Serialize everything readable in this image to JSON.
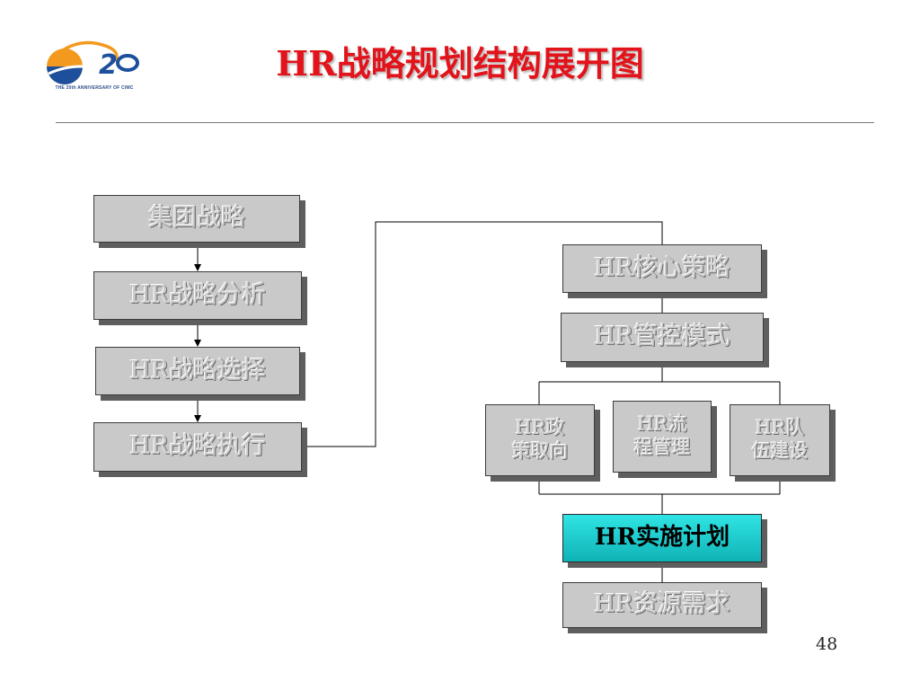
{
  "title": "HR战略规划结构展开图",
  "logo": {
    "caption": "THE 20th ANNIVERSARY OF CIMC"
  },
  "left_chain": [
    "集团战略",
    "HR战略分析",
    "HR战略选择",
    "HR战略执行"
  ],
  "right_top": [
    "HR核心策略",
    "HR管控模式"
  ],
  "right_branches": [
    {
      "line1": "HR政",
      "line2": "策取向"
    },
    {
      "line1": "HR流",
      "line2": "程管理"
    },
    {
      "line1": "HR队",
      "line2": "伍建设"
    }
  ],
  "right_active": "HR实施计划",
  "right_bottom": "HR资源需求",
  "page_number": "48",
  "colors": {
    "title": "#e2131a",
    "box_fill": "#c9c9c9",
    "active_fill": "#1ccfd2"
  }
}
